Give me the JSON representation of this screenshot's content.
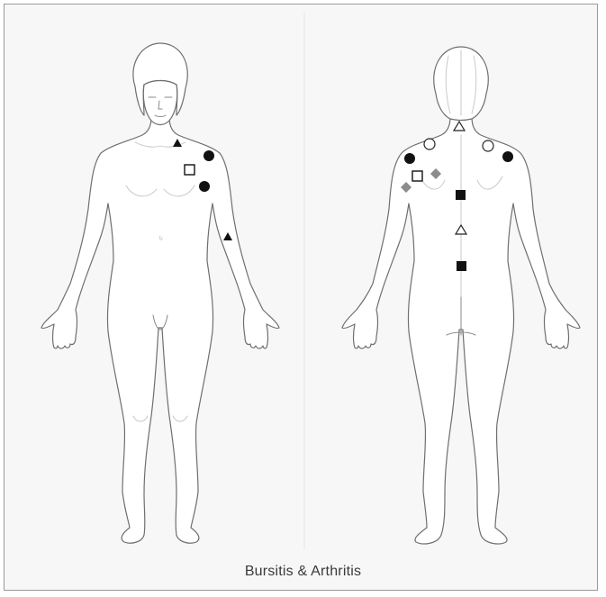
{
  "caption": "Bursitis & Arthritis",
  "colors": {
    "frame": "#9a9a9a",
    "outline": "#6f6f6f",
    "marker_dark": "#111111",
    "marker_gray": "#8c8c8c"
  },
  "front_markers": [
    {
      "id": "front-triangle-shoulder",
      "shape": "triangle-filled"
    },
    {
      "id": "front-circle-shoulder-top",
      "shape": "circle-filled"
    },
    {
      "id": "front-square-chest",
      "shape": "square-open"
    },
    {
      "id": "front-circle-shoulder-lower",
      "shape": "circle-filled"
    },
    {
      "id": "front-triangle-elbow",
      "shape": "triangle-filled"
    }
  ],
  "back_markers": [
    {
      "id": "back-triangle-neck",
      "shape": "triangle-open"
    },
    {
      "id": "back-circle-left-trapezius",
      "shape": "circle-open"
    },
    {
      "id": "back-circle-right-trapezius",
      "shape": "circle-open"
    },
    {
      "id": "back-circle-left-shoulder",
      "shape": "circle-filled"
    },
    {
      "id": "back-circle-right-shoulder",
      "shape": "circle-filled"
    },
    {
      "id": "back-square-scapula",
      "shape": "square-open"
    },
    {
      "id": "back-diamond-scapula-upper",
      "shape": "diamond-gray"
    },
    {
      "id": "back-diamond-scapula-lower",
      "shape": "diamond-gray"
    },
    {
      "id": "back-square-upper-spine",
      "shape": "square-filled"
    },
    {
      "id": "back-triangle-mid-spine",
      "shape": "triangle-open"
    },
    {
      "id": "back-square-lower-spine",
      "shape": "square-filled"
    }
  ]
}
